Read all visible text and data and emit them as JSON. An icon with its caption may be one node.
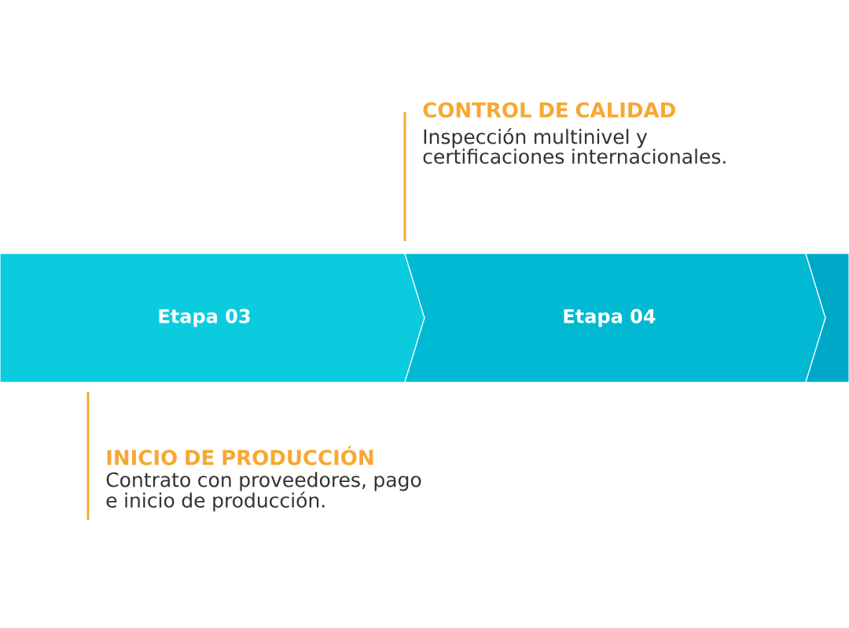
{
  "diagram": {
    "nodes": [
      {
        "text": [
          "Etapa 03"
        ]
      },
      {
        "text": [
          "Etapa 04"
        ]
      },
      {
        "text": [],
        "shape": "bar"
      }
    ],
    "labels": [
      "CONTROL DE CALIDAD",
      "Inspección multinivel y certificaciones internacionales.",
      "INICIO DE PRODUCCIÓN",
      "Contrato con proveedores, pago e inicio de producción."
    ]
  }
}
